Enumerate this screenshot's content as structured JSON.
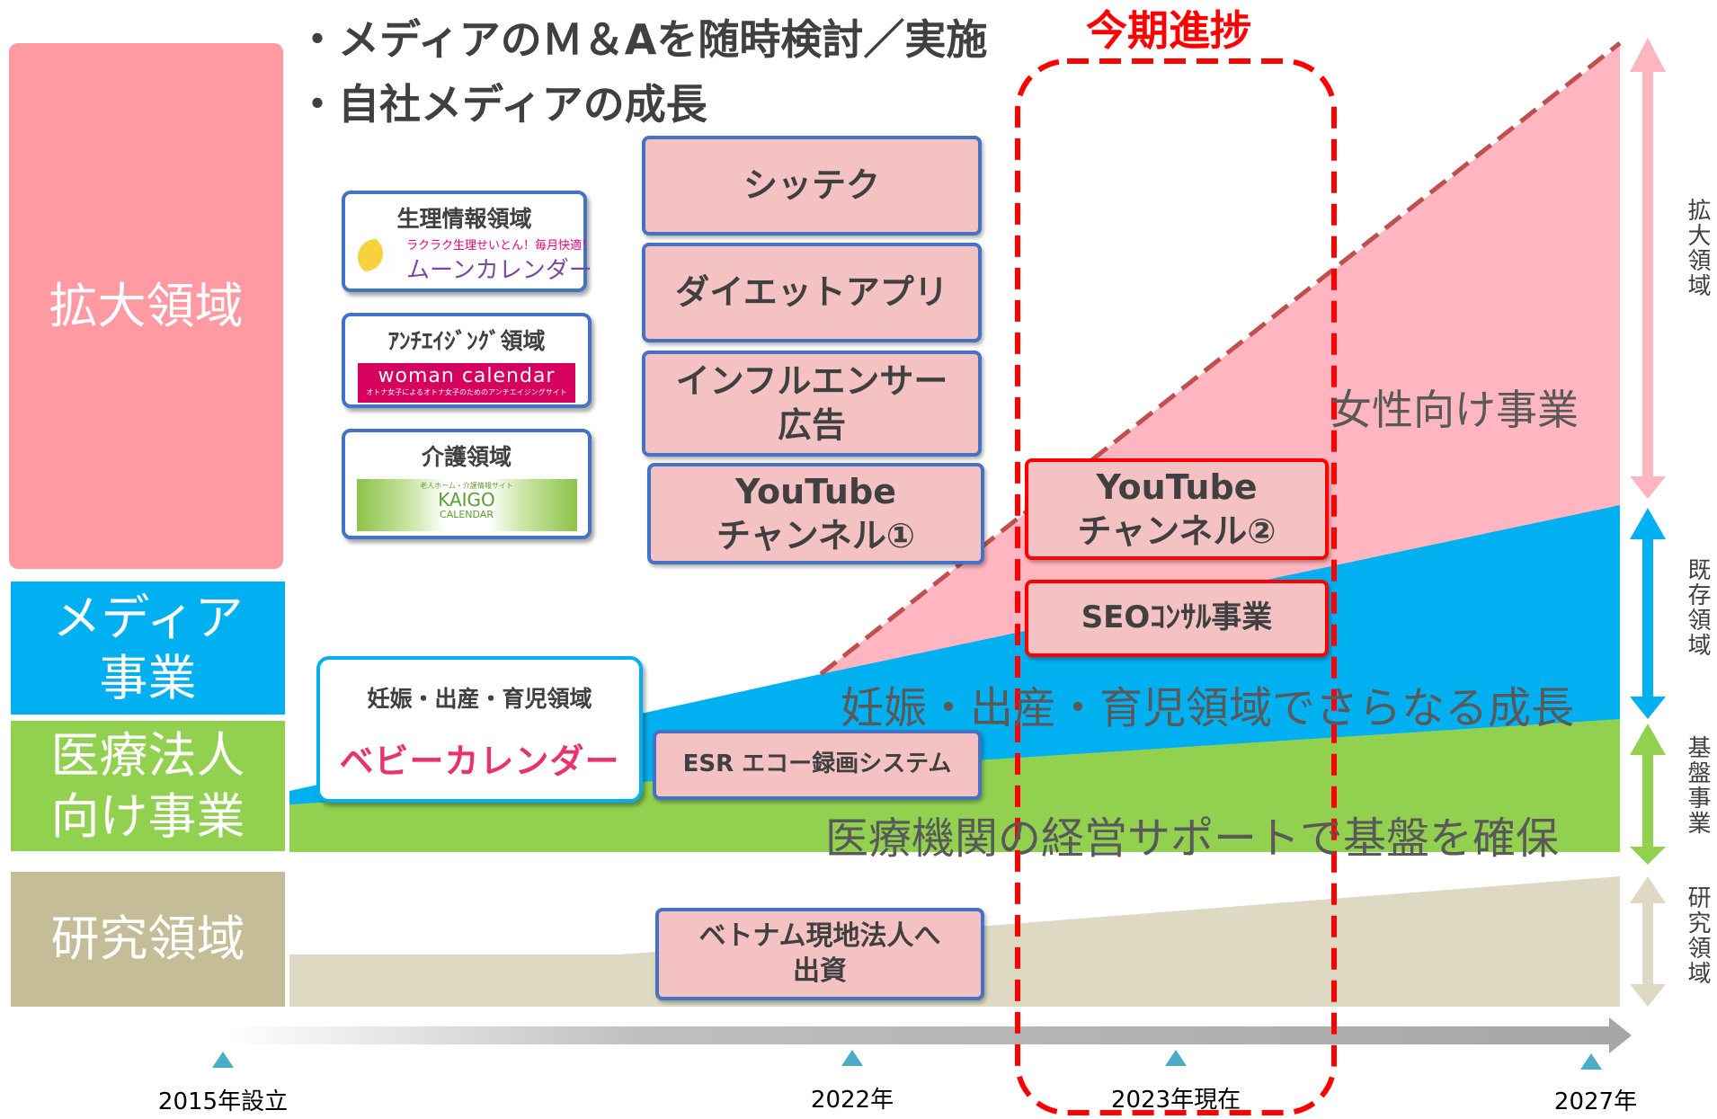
{
  "header": {
    "bullets": [
      "・メディアのＭ＆Aを随時検討／実施",
      "・自社メディアの成長"
    ],
    "progress_label": "今期進捗"
  },
  "left_headings": {
    "expansion": "拡大領域",
    "media": "メディア\n事業",
    "medical": "医療法人\n向け事業",
    "research": "研究領域"
  },
  "logos": {
    "moon": {
      "title": "生理情報領域",
      "tagline": "ラクラク生理せいとん！毎月快適！",
      "brand": "ムーンカレンダー"
    },
    "woman": {
      "title": "ｱﾝﾁｴｲｼﾞﾝｸﾞ領域",
      "brand": "woman calendar",
      "tagline": "オトナ女子によるオトナ女子のためのアンチエイジングサイト"
    },
    "kaigo": {
      "title": "介護領域",
      "tagline": "老人ホーム・介護情報サイト",
      "brand": "KAIGO",
      "brand2": "CALENDAR"
    },
    "baby": {
      "title": "妊娠・出産・育児領域",
      "brand": "ベビーカレンダー"
    }
  },
  "boxes": {
    "shitteku": "シッテク",
    "diet_app": "ダイエットアプリ",
    "influencer": "インフルエンサー\n広告",
    "youtube1": "YouTube\nチャンネル①",
    "youtube2": "YouTube\nチャンネル②",
    "seo": "SEOｺﾝｻﾙ事業",
    "esr": "ESR エコー録画システム",
    "vietnam": "ベトナム現地法人へ\n出資"
  },
  "area_labels": {
    "women": "女性向け事業",
    "pregnancy": "妊娠・出産・育児領域でさらなる成長",
    "medical": "医療機関の経営サポートで基盤を確保"
  },
  "right_labels": [
    "拡大領域",
    "既存領域",
    "基盤事業",
    "研究領域"
  ],
  "timeline": [
    "2015年設立",
    "2022年",
    "2023年現在",
    "2027年"
  ],
  "colors": {
    "expansion": "#ffb6c1",
    "media": "#00b0f0",
    "medical": "#92d050",
    "research": "#ddd9c3",
    "highlight": "#ff0000",
    "box_border": "#4472c4",
    "box_fill": "#f4c2c2"
  }
}
